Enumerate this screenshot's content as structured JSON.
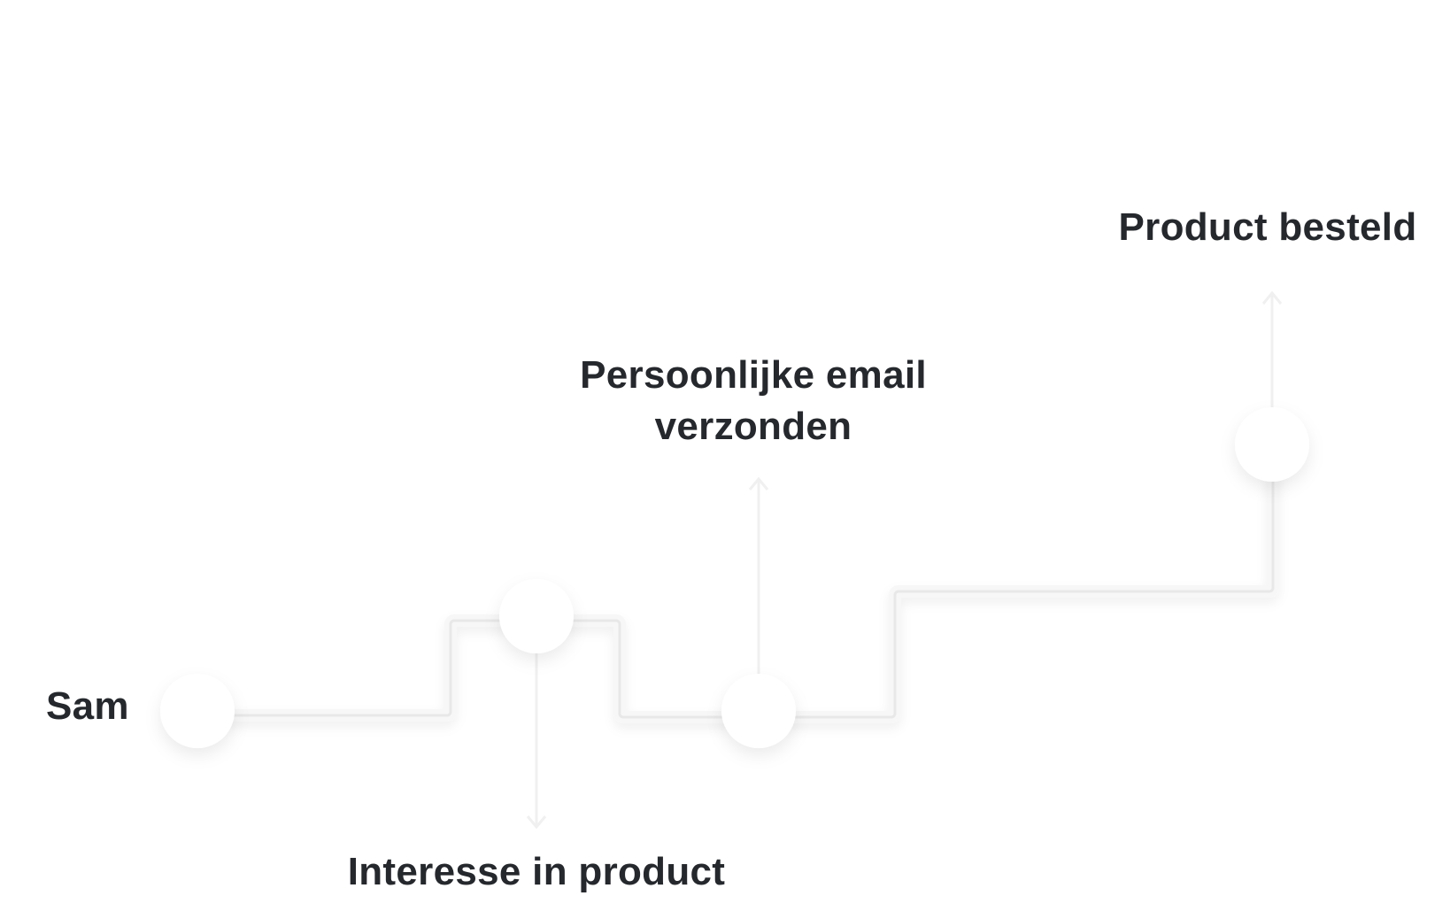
{
  "diagram": {
    "title": "Customer journey",
    "start_label": "Sam",
    "steps": [
      {
        "label": "Interesse in product"
      },
      {
        "label_line1": "Persoonlijke email",
        "label_line2": "verzonden"
      },
      {
        "label": "Product besteld"
      }
    ],
    "colors": {
      "text": "#25282c",
      "path": "#ececec",
      "node": "#ffffff"
    }
  }
}
